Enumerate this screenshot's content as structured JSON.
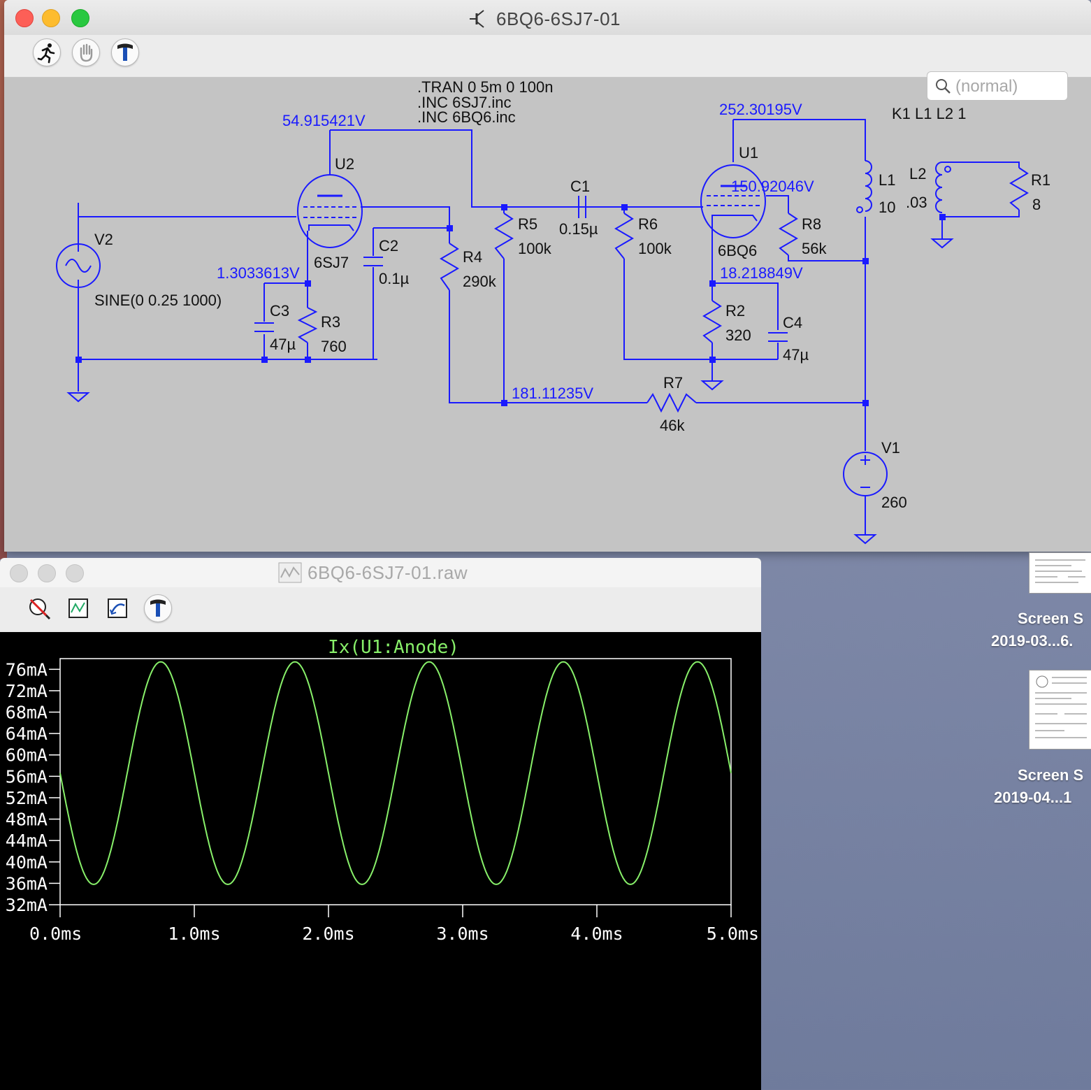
{
  "schematic_window": {
    "title": "6BQ6-6SJ7-01",
    "search_placeholder": "(normal)",
    "directives": [
      ".TRAN 0 5m 0 100n",
      ".INC 6SJ7.inc",
      ".INC 6BQ6.inc"
    ],
    "coupling": "K1 L1 L2 1",
    "node_voltages": {
      "u2_plate": "54.915421V",
      "u2_cathode": "1.3033613V",
      "b_plus_mid": "181.11235V",
      "u1_plate": "252.30195V",
      "u1_screen": "150.92046V",
      "u1_cathode": "18.218849V"
    },
    "components": {
      "v2_name": "V2",
      "v2_value": "SINE(0 0.25 1000)",
      "u2_name": "U2",
      "u2_model": "6SJ7",
      "c3_name": "C3",
      "c3_value": "47µ",
      "r3_name": "R3",
      "r3_value": "760",
      "c2_name": "C2",
      "c2_value": "0.1µ",
      "r4_name": "R4",
      "r4_value": "290k",
      "r5_name": "R5",
      "r5_value": "100k",
      "c1_name": "C1",
      "c1_value": "0.15µ",
      "r6_name": "R6",
      "r6_value": "100k",
      "u1_name": "U1",
      "u1_model": "6BQ6",
      "r8_name": "R8",
      "r8_value": "56k",
      "r2_name": "R2",
      "r2_value": "320",
      "c4_name": "C4",
      "c4_value": "47µ",
      "r7_name": "R7",
      "r7_value": "46k",
      "l1_name": "L1",
      "l1_value": "10",
      "l2_name": "L2",
      "l2_value": ".03",
      "r1_name": "R1",
      "r1_value": "8",
      "v1_name": "V1",
      "v1_value": "260"
    }
  },
  "waveform_window": {
    "title": "6BQ6-6SJ7-01.raw"
  },
  "chart_data": {
    "type": "line",
    "title": "Ix(U1:Anode)",
    "xlabel": "",
    "ylabel": "",
    "xlim": [
      0,
      5
    ],
    "ylim": [
      32,
      78
    ],
    "x_unit": "ms",
    "y_unit": "mA",
    "x_ticks": [
      "0.0ms",
      "1.0ms",
      "2.0ms",
      "3.0ms",
      "4.0ms",
      "5.0ms"
    ],
    "y_ticks": [
      "32mA",
      "36mA",
      "40mA",
      "44mA",
      "48mA",
      "52mA",
      "56mA",
      "60mA",
      "64mA",
      "68mA",
      "72mA",
      "76mA"
    ],
    "series": [
      {
        "name": "Ix(U1:Anode)",
        "color": "#88f06a",
        "frequency_khz": 1,
        "offset_ma": 56.6,
        "amplitude_ma": 20.8,
        "x": [
          0,
          0.25,
          0.5,
          0.75,
          1.0,
          1.25,
          1.5,
          1.75,
          2.0,
          2.25,
          2.5,
          2.75,
          3.0,
          3.25,
          3.5,
          3.75,
          4.0,
          4.25,
          4.5,
          4.75,
          5.0
        ],
        "values": [
          56.6,
          35.8,
          56.6,
          77.4,
          56.6,
          35.8,
          56.6,
          77.4,
          56.6,
          35.8,
          56.6,
          77.4,
          56.6,
          35.8,
          56.6,
          77.4,
          56.6,
          35.8,
          56.6,
          77.4,
          56.6
        ]
      }
    ],
    "grid": false,
    "background": "#000000",
    "axis_color": "#ffffff",
    "title_color": "#88f06a"
  },
  "desktop_icons": [
    {
      "label1": "Screen S",
      "label2": "2019-03...6."
    },
    {
      "label1": "Screen S",
      "label2": "2019-04...1"
    }
  ]
}
